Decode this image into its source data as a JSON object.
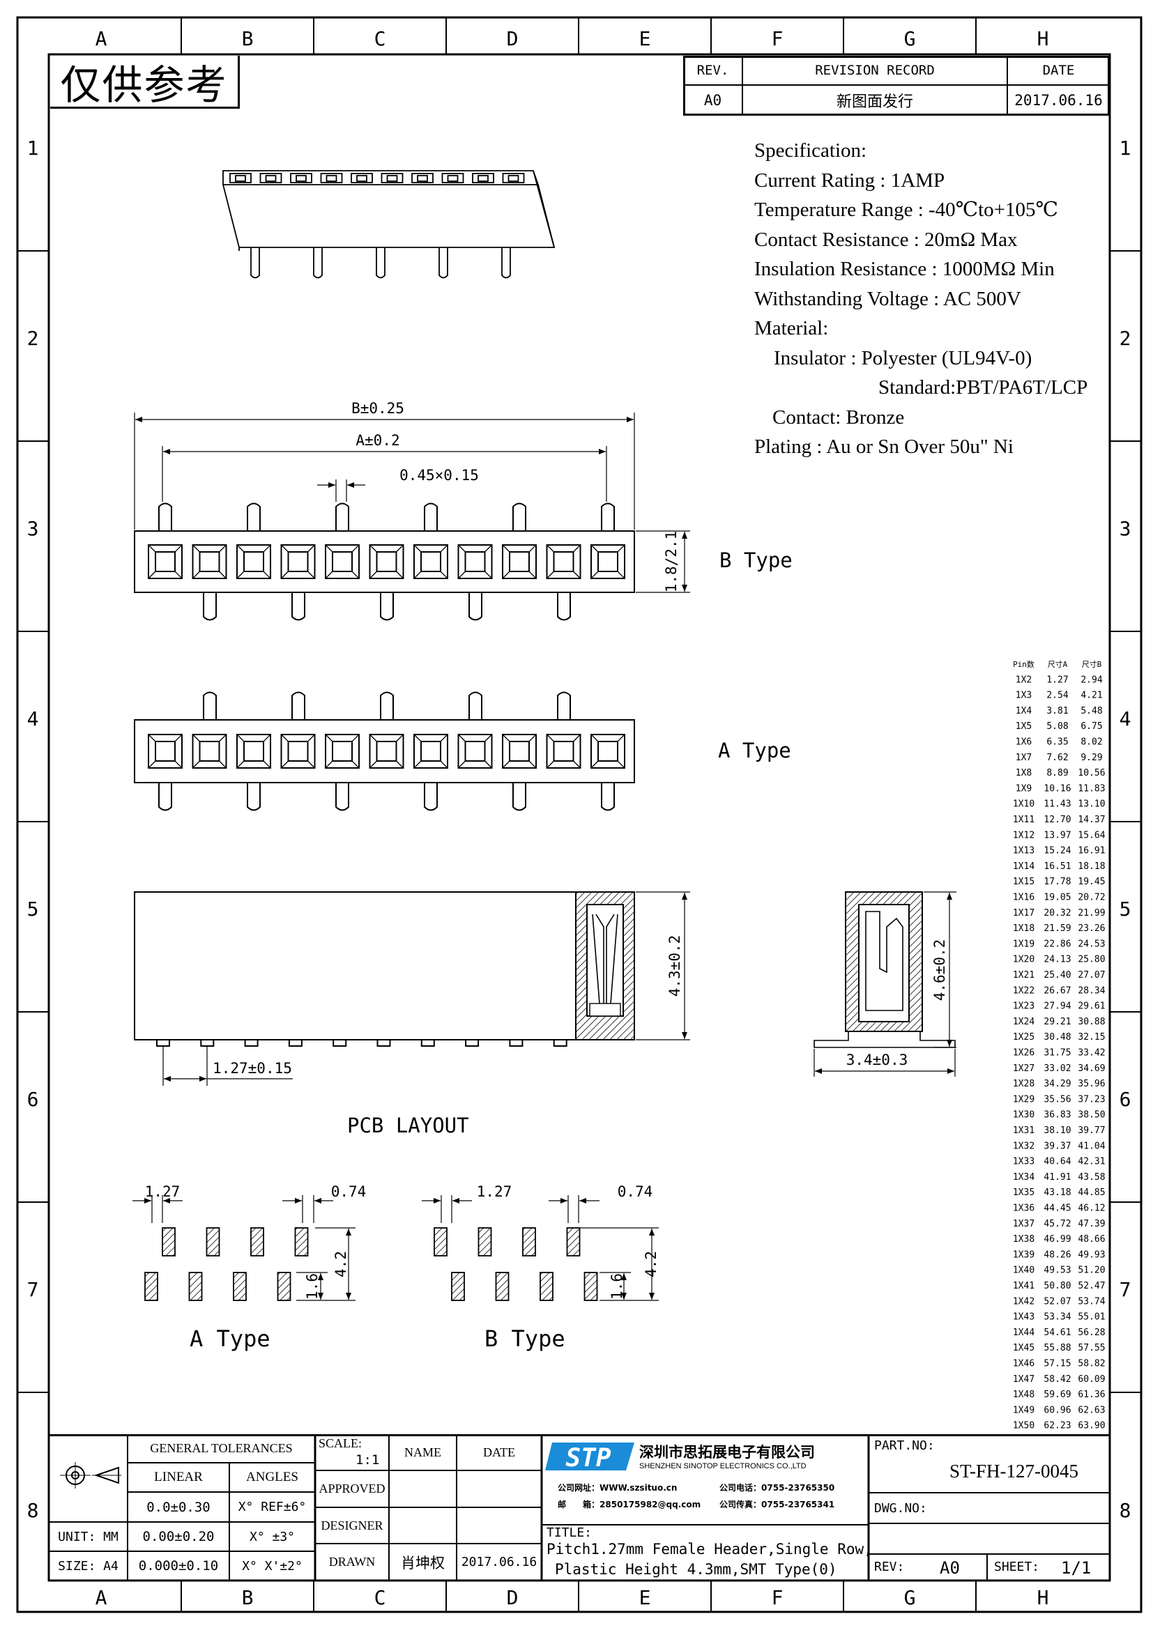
{
  "zones": {
    "columns": [
      "A",
      "B",
      "C",
      "D",
      "E",
      "F",
      "G",
      "H"
    ],
    "rows": [
      "1",
      "2",
      "3",
      "4",
      "5",
      "6",
      "7",
      "8"
    ]
  },
  "watermark": "仅供参考",
  "revision": {
    "rev_header": "REV.",
    "record_header": "REVISION RECORD",
    "date_header": "DATE",
    "rev": "A0",
    "record": "新图面发行",
    "date": "2017.06.16"
  },
  "spec": {
    "title": "Specification:",
    "current": "Current Rating : 1AMP",
    "temperature": "Temperature Range : -40℃to+105℃",
    "contact_res": "Contact Resistance : 20mΩ Max",
    "insulation_res": "Insulation Resistance : 1000MΩ Min",
    "voltage": "Withstanding Voltage : AC 500V",
    "material": "Material:",
    "insulator": "Insulator : Polyester (UL94V-0)",
    "standard": "Standard:PBT/PA6T/LCP",
    "contact": "Contact: Bronze",
    "plating": "Plating : Au or Sn Over 50u\" Ni"
  },
  "drawing": {
    "dim_b": "B±0.25",
    "dim_a": "A±0.2",
    "dim_pin": "0.45×0.15",
    "dim_height_b": "1.8/2.1",
    "b_type": "B Type",
    "a_type": "A Type",
    "dim_body_h": "4.3±0.2",
    "dim_side_h": "4.6±0.2",
    "dim_pitch": "1.27±0.15",
    "dim_side_w": "3.4±0.3",
    "pcb_layout": "PCB LAYOUT",
    "pcb": {
      "pitch": "1.27",
      "pad_w": "0.74",
      "h1": "1.6",
      "h2": "4.2",
      "a_label": "A Type",
      "b_label": "B Type"
    }
  },
  "pin_table": {
    "headers": [
      "Pin数",
      "尺寸A",
      "尺寸B"
    ],
    "rows": [
      [
        "1X2",
        "1.27",
        "2.94"
      ],
      [
        "1X3",
        "2.54",
        "4.21"
      ],
      [
        "1X4",
        "3.81",
        "5.48"
      ],
      [
        "1X5",
        "5.08",
        "6.75"
      ],
      [
        "1X6",
        "6.35",
        "8.02"
      ],
      [
        "1X7",
        "7.62",
        "9.29"
      ],
      [
        "1X8",
        "8.89",
        "10.56"
      ],
      [
        "1X9",
        "10.16",
        "11.83"
      ],
      [
        "1X10",
        "11.43",
        "13.10"
      ],
      [
        "1X11",
        "12.70",
        "14.37"
      ],
      [
        "1X12",
        "13.97",
        "15.64"
      ],
      [
        "1X13",
        "15.24",
        "16.91"
      ],
      [
        "1X14",
        "16.51",
        "18.18"
      ],
      [
        "1X15",
        "17.78",
        "19.45"
      ],
      [
        "1X16",
        "19.05",
        "20.72"
      ],
      [
        "1X17",
        "20.32",
        "21.99"
      ],
      [
        "1X18",
        "21.59",
        "23.26"
      ],
      [
        "1X19",
        "22.86",
        "24.53"
      ],
      [
        "1X20",
        "24.13",
        "25.80"
      ],
      [
        "1X21",
        "25.40",
        "27.07"
      ],
      [
        "1X22",
        "26.67",
        "28.34"
      ],
      [
        "1X23",
        "27.94",
        "29.61"
      ],
      [
        "1X24",
        "29.21",
        "30.88"
      ],
      [
        "1X25",
        "30.48",
        "32.15"
      ],
      [
        "1X26",
        "31.75",
        "33.42"
      ],
      [
        "1X27",
        "33.02",
        "34.69"
      ],
      [
        "1X28",
        "34.29",
        "35.96"
      ],
      [
        "1X29",
        "35.56",
        "37.23"
      ],
      [
        "1X30",
        "36.83",
        "38.50"
      ],
      [
        "1X31",
        "38.10",
        "39.77"
      ],
      [
        "1X32",
        "39.37",
        "41.04"
      ],
      [
        "1X33",
        "40.64",
        "42.31"
      ],
      [
        "1X34",
        "41.91",
        "43.58"
      ],
      [
        "1X35",
        "43.18",
        "44.85"
      ],
      [
        "1X36",
        "44.45",
        "46.12"
      ],
      [
        "1X37",
        "45.72",
        "47.39"
      ],
      [
        "1X38",
        "46.99",
        "48.66"
      ],
      [
        "1X39",
        "48.26",
        "49.93"
      ],
      [
        "1X40",
        "49.53",
        "51.20"
      ],
      [
        "1X41",
        "50.80",
        "52.47"
      ],
      [
        "1X42",
        "52.07",
        "53.74"
      ],
      [
        "1X43",
        "53.34",
        "55.01"
      ],
      [
        "1X44",
        "54.61",
        "56.28"
      ],
      [
        "1X45",
        "55.88",
        "57.55"
      ],
      [
        "1X46",
        "57.15",
        "58.82"
      ],
      [
        "1X47",
        "58.42",
        "60.09"
      ],
      [
        "1X48",
        "59.69",
        "61.36"
      ],
      [
        "1X49",
        "60.96",
        "62.63"
      ],
      [
        "1X50",
        "62.23",
        "63.90"
      ]
    ]
  },
  "title_block": {
    "general_tol": "GENERAL TOLERANCES",
    "linear": "LINEAR",
    "angles": "ANGLES",
    "tol_rows": [
      [
        "",
        "0.0±0.30",
        "X° REF±6°"
      ],
      [
        "UNIT: MM",
        "0.00±0.20",
        "X° ±3°"
      ],
      [
        "SIZE: A4",
        "0.000±0.10",
        "X° X'±2°"
      ]
    ],
    "scale_label": "SCALE:",
    "scale_value": "1:1",
    "name_header": "NAME",
    "date_header": "DATE",
    "approved": "APPROVED",
    "designer": "DESIGNER",
    "drawn": "DRAWN",
    "drawn_name": "肖坤权",
    "drawn_date": "2017.06.16",
    "logo": "STP",
    "company_cn": "深圳市思拓展电子有限公司",
    "company_en": "SHENZHEN SINOTOP ELECTRONICS CO.,LTD",
    "web_label": "公司网址：",
    "web": "WWW.szsituo.cn",
    "mail_label": "邮　　箱：",
    "mail": "2850175982@qq.com",
    "tel_label": "公司电话：",
    "tel": "0755-23765350",
    "fax_label": "公司传真：",
    "fax": "0755-23765341",
    "title_label": "TITLE:",
    "title_line1": "Pitch1.27mm Female Header,Single Row,",
    "title_line2": "Plastic Height 4.3mm,SMT Type(0)",
    "part_label": "PART.NO:",
    "part_no": "ST-FH-127-0045",
    "dwg_label": "DWG.NO:",
    "rev_label": "REV:",
    "rev_value": "A0",
    "sheet_label": "SHEET:",
    "sheet_value": "1/1"
  }
}
